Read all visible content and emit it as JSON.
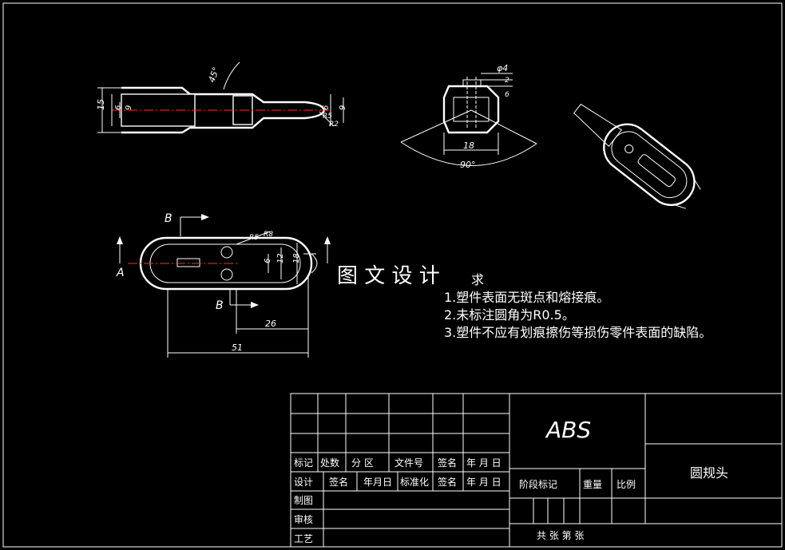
{
  "watermark": "图 文 设 计",
  "notes": {
    "heading_fragment": "求",
    "items": [
      "1.塑件表面无斑点和熔接痕。",
      "2.未标注圆角为R0.5。",
      "3.塑件不应有划痕擦伤等损伤零件表面的缺陷。"
    ]
  },
  "material": "ABS",
  "part_name": "圆规头",
  "title_block": {
    "row_a": [
      "标记",
      "处数",
      "分 区",
      "文件号",
      "签名",
      "年 月 日"
    ],
    "row_b": [
      "设计",
      "签名",
      "年月日",
      "标准化",
      "签名",
      "年 月 日"
    ],
    "row_labels": [
      "制图",
      "审核",
      "工艺"
    ],
    "stage_mark": "阶段标记",
    "weight": "重量",
    "scale": "比例",
    "sheets": "共  张 第  张"
  },
  "dims": {
    "top_view": [
      "15",
      "6",
      "9",
      "6",
      "9",
      "45°",
      "R5",
      "R2"
    ],
    "right_view": [
      "φ4",
      "2",
      "6",
      "18",
      "90°"
    ],
    "front_view": [
      "A",
      "B",
      "B",
      "R5",
      "R8",
      "6",
      "12",
      "18",
      "26",
      "51"
    ]
  },
  "colors": {
    "background": "#000000",
    "line": "#ffffff",
    "hatch": "#2e8b3a",
    "centerline": "#ff2a2a"
  }
}
